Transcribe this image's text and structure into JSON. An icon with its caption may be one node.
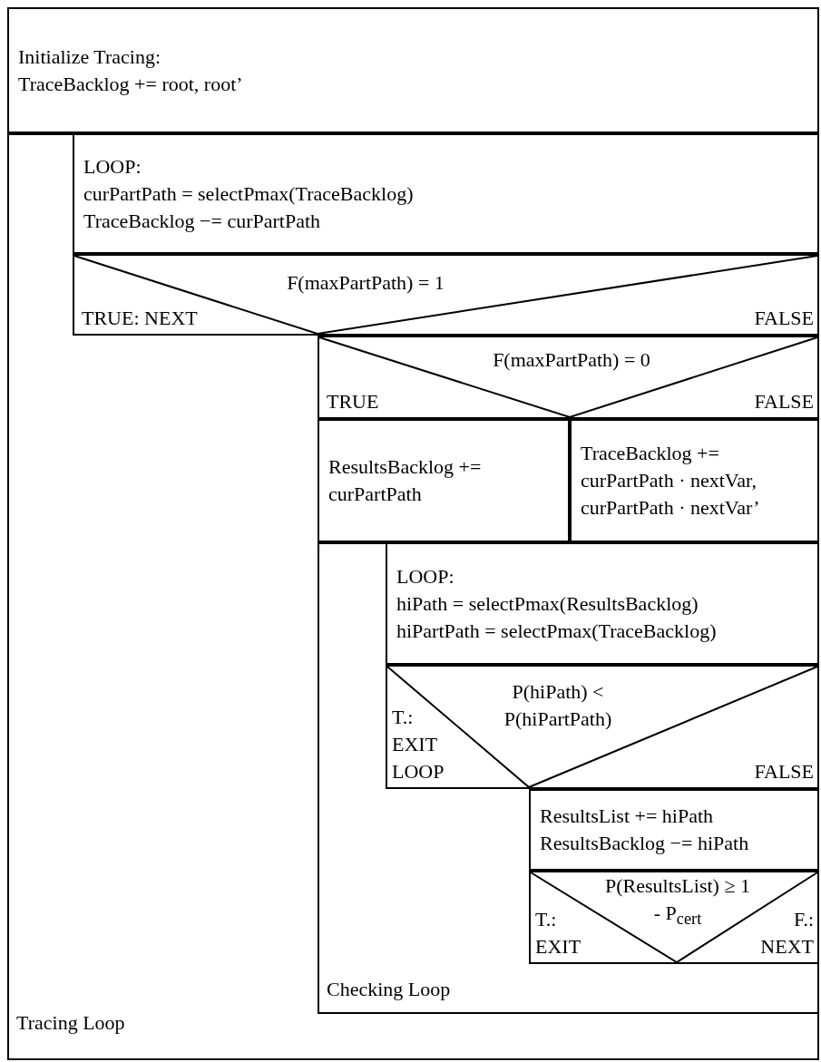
{
  "diagram": {
    "nodes": [
      {
        "text": [
          "Initialize Tracing:",
          "TraceBacklog += root, root’"
        ]
      },
      {
        "text": [
          "Tracing Loop"
        ]
      },
      {
        "text": [
          "LOOP:",
          "curPartPath = selectPmax(TraceBacklog)",
          "TraceBacklog −= curPartPath"
        ],
        "in": 1
      },
      {
        "text": [
          "F(maxPartPath) = 1",
          "TRUE: NEXT",
          "FALSE"
        ],
        "in": 1
      },
      {
        "text": [
          "F(maxPartPath) = 0",
          "TRUE",
          "FALSE"
        ],
        "in": 1
      },
      {
        "text": [
          "ResultsBacklog += curPartPath"
        ],
        "in": 1
      },
      {
        "text": [
          "TraceBacklog += curPartPath · nextVar, curPartPath · nextVar’"
        ],
        "in": 1
      },
      {
        "text": [
          "Checking Loop"
        ],
        "in": 1
      },
      {
        "text": [
          "LOOP:",
          "hiPath = selectPmax(ResultsBacklog)",
          "hiPartPath = selectPmax(TraceBacklog)"
        ],
        "in": 7
      },
      {
        "text": [
          "P(hiPath) < P(hiPartPath)",
          "T.: EXIT LOOP",
          "FALSE"
        ],
        "in": 7
      },
      {
        "text": [
          "ResultsList += hiPath",
          "ResultsBacklog −= hiPath"
        ],
        "in": 7
      },
      {
        "text": [
          "P(ResultsList) ≥ 1 - P$_{cert}$",
          "T.: EXIT",
          "F.: NEXT"
        ],
        "in": 7
      }
    ]
  }
}
